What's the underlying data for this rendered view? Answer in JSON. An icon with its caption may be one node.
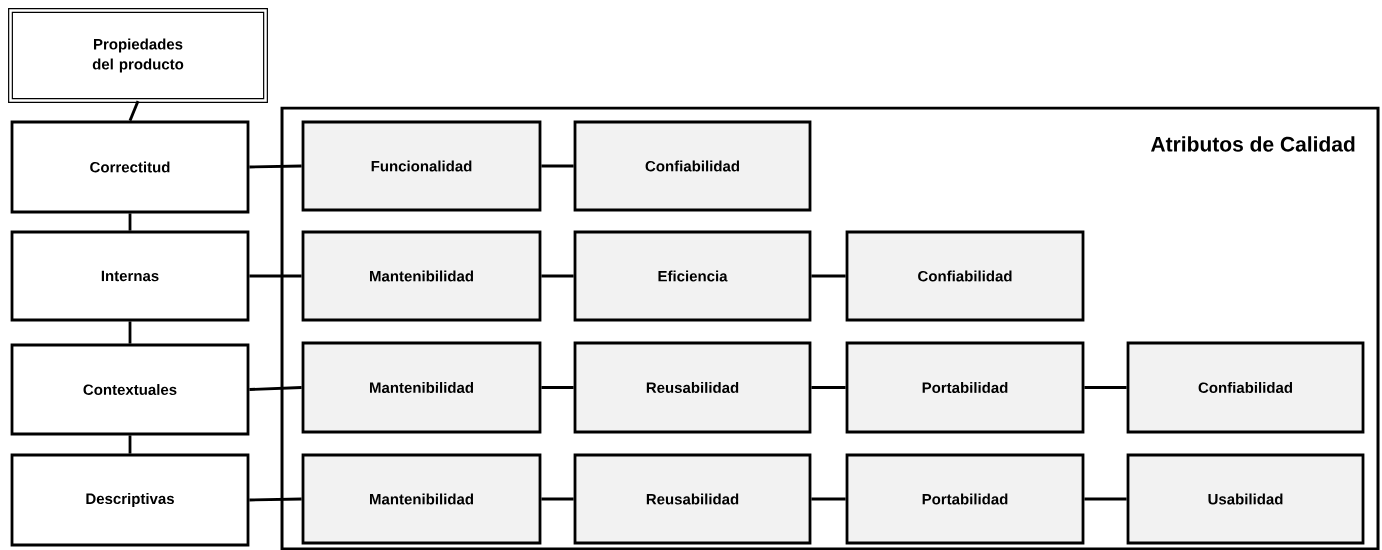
{
  "diagram": {
    "nodes": [
      {
        "text": [
          "Propiedades del producto"
        ]
      },
      {
        "text": [
          "Correctitud"
        ]
      },
      {
        "text": [
          "Internas"
        ]
      },
      {
        "text": [
          "Contextuales"
        ]
      },
      {
        "text": [
          "Descriptivas"
        ]
      },
      {
        "text": [
          "Atributos de Calidad"
        ]
      },
      {
        "text": [
          "Funcionalidad"
        ],
        "in": 5
      },
      {
        "text": [
          "Confiabilidad"
        ],
        "in": 5
      },
      {
        "text": [
          "Mantenibilidad"
        ],
        "in": 5
      },
      {
        "text": [
          "Eficiencia"
        ],
        "in": 5
      },
      {
        "text": [
          "Confiabilidad"
        ],
        "in": 5
      },
      {
        "text": [
          "Mantenibilidad"
        ],
        "in": 5
      },
      {
        "text": [
          "Reusabilidad"
        ],
        "in": 5
      },
      {
        "text": [
          "Portabilidad"
        ],
        "in": 5
      },
      {
        "text": [
          "Confiabilidad"
        ],
        "in": 5
      },
      {
        "text": [
          "Mantenibilidad"
        ],
        "in": 5
      },
      {
        "text": [
          "Reusabilidad"
        ],
        "in": 5
      },
      {
        "text": [
          "Portabilidad"
        ],
        "in": 5
      },
      {
        "text": [
          "Usabilidad"
        ],
        "in": 5
      }
    ],
    "edges": [
      {
        "from": 0,
        "to": 1,
        "arrow": "none"
      },
      {
        "from": 1,
        "to": 2,
        "arrow": "none"
      },
      {
        "from": 2,
        "to": 3,
        "arrow": "none"
      },
      {
        "from": 3,
        "to": 4,
        "arrow": "none"
      },
      {
        "from": 1,
        "to": 6,
        "arrow": "none"
      },
      {
        "from": 6,
        "to": 7,
        "arrow": "none"
      },
      {
        "from": 2,
        "to": 8,
        "arrow": "none"
      },
      {
        "from": 8,
        "to": 9,
        "arrow": "none"
      },
      {
        "from": 9,
        "to": 10,
        "arrow": "none"
      },
      {
        "from": 3,
        "to": 11,
        "arrow": "none"
      },
      {
        "from": 11,
        "to": 12,
        "arrow": "none"
      },
      {
        "from": 12,
        "to": 13,
        "arrow": "none"
      },
      {
        "from": 13,
        "to": 14,
        "arrow": "none"
      },
      {
        "from": 4,
        "to": 15,
        "arrow": "none"
      },
      {
        "from": 15,
        "to": 16,
        "arrow": "none"
      },
      {
        "from": 16,
        "to": 17,
        "arrow": "none"
      },
      {
        "from": 17,
        "to": 18,
        "arrow": "none"
      }
    ]
  }
}
